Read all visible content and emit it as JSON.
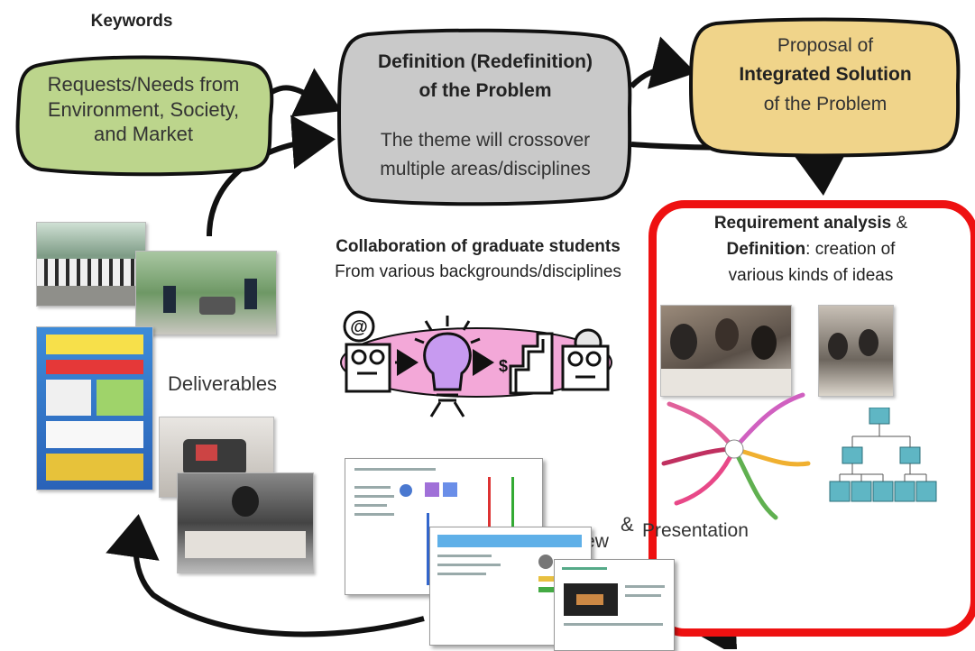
{
  "keywords": {
    "heading": "Keywords",
    "line1": "Requests/Needs from",
    "line2": "Environment, Society,",
    "line3": "and Market"
  },
  "definition": {
    "title_line1": "Definition (Redefinition)",
    "title_line2": "of the Problem",
    "body_line1": "The theme will crossover",
    "body_line2": "multiple areas/disciplines"
  },
  "proposal": {
    "line1": "Proposal of",
    "line2": "Integrated Solution",
    "line3": "of the Problem"
  },
  "requirement": {
    "bold1": "Requirement analysis",
    "amp": " &",
    "bold2": "Definition",
    "rest2": ": creation of",
    "line3": "various kinds of ideas"
  },
  "collaboration": {
    "line1": "Collaboration of graduate students",
    "line2": "From various backgrounds/disciplines",
    "at_symbol": "@",
    "dollar_symbol": "$"
  },
  "deliverables": {
    "label": "Deliverables"
  },
  "review": {
    "review": "Review",
    "amp": "&",
    "presentation": "Presentation"
  },
  "colors": {
    "keywords_fill": "#bcd58c",
    "definition_fill": "#c9c9c9",
    "proposal_fill": "#f0d48a",
    "highlight_border": "#ee1111",
    "collab_ellipse": "#f3a8d8",
    "lightbulb": "#c79af0"
  },
  "icons": [
    "keywords-blob",
    "definition-blob",
    "proposal-blob",
    "arrow",
    "lightbulb-icon",
    "person-icon",
    "dollar-icon",
    "stairs-icon"
  ]
}
